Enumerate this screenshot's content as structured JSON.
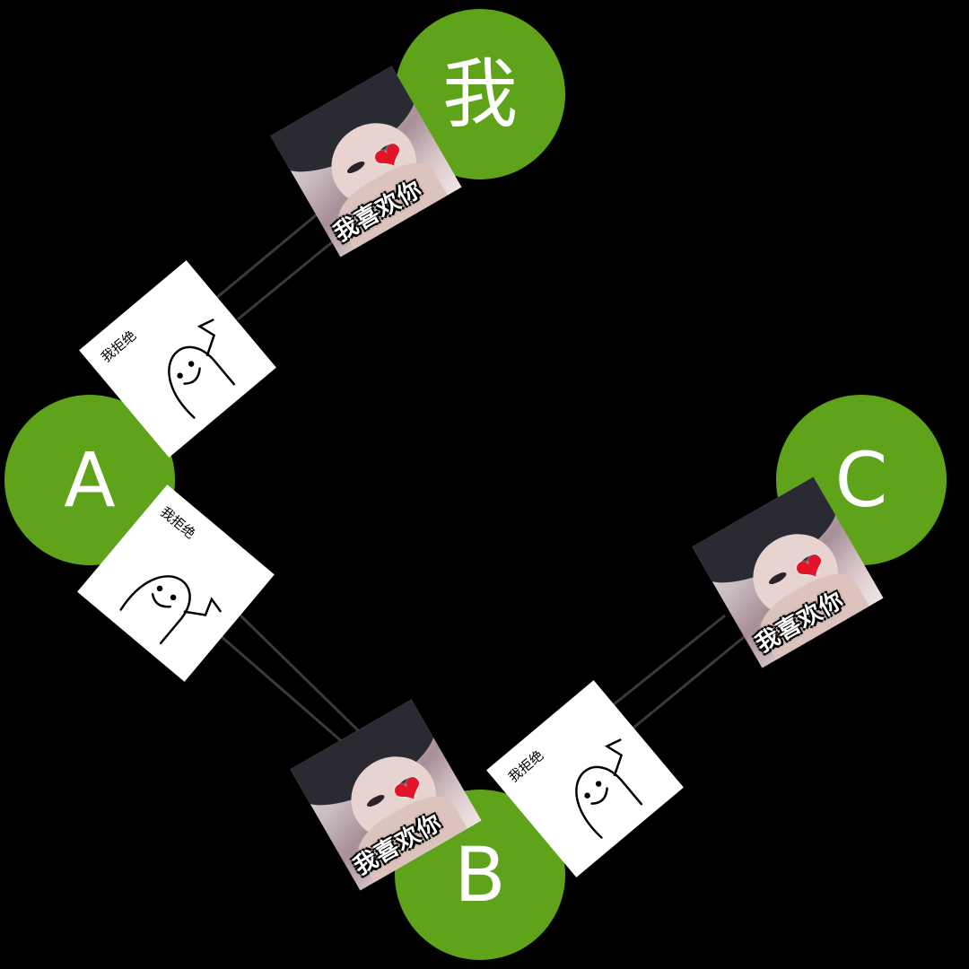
{
  "nodes": {
    "me": "我",
    "a": "A",
    "b": "B",
    "c": "C"
  },
  "stickers": {
    "like_caption": "我喜欢你",
    "refuse_caption": "我拒绝"
  },
  "colors": {
    "node_fill": "#5fa31b",
    "node_text": "#ffffff",
    "background": "#000000",
    "link": "#3a3a3a",
    "heart": "#e3142a"
  },
  "icons": {
    "heart": "heart-icon",
    "doodle": "refuse-doodle-icon"
  }
}
